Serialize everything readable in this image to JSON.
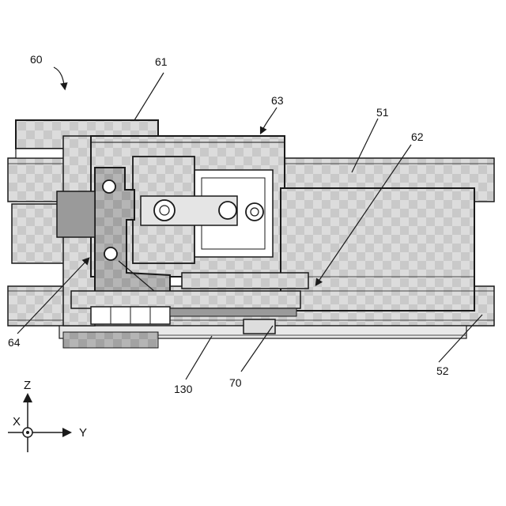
{
  "figure": {
    "colors": {
      "outline": "#1a1a1a",
      "light_fill": "#d9d9d9",
      "mid_fill": "#bdbdbd",
      "dark_fill": "#8c8c8c",
      "paper": "#ffffff"
    },
    "labels": {
      "ref_60": "60",
      "ref_61": "61",
      "ref_63": "63",
      "ref_51": "51",
      "ref_62": "62",
      "ref_64": "64",
      "ref_130": "130",
      "ref_70": "70",
      "ref_52": "52"
    },
    "axes": {
      "z": "Z",
      "x": "X",
      "y": "Y"
    }
  }
}
